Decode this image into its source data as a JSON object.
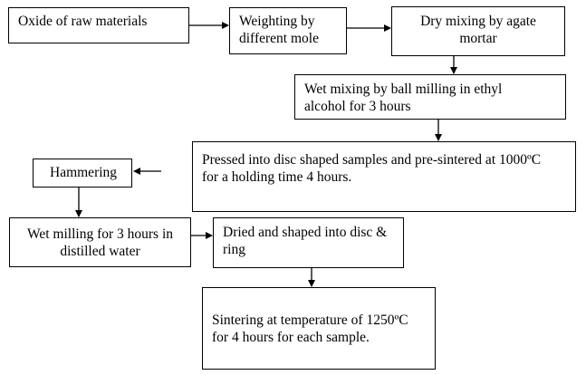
{
  "flowchart": {
    "raw_materials": "Oxide of raw materials",
    "weighting": [
      "Weighting by",
      "different mole"
    ],
    "dry_mixing": [
      "Dry mixing by agate",
      "mortar"
    ],
    "wet_mixing_ball": [
      "Wet mixing by ball milling in ethyl",
      "alcohol for 3 hours"
    ],
    "pressed": [
      "Pressed into disc shaped samples and pre-sintered at 1000ºC",
      "for a holding time 4 hours."
    ],
    "hammering": "Hammering",
    "wet_milling": [
      "Wet milling for 3 hours in",
      "distilled water"
    ],
    "dried": [
      "Dried and shaped into disc &",
      "ring"
    ],
    "sintering": [
      "Sintering at temperature of 1250ºC",
      "for 4 hours for each sample."
    ]
  },
  "colors": {
    "stroke": "#000000",
    "background": "#ffffff"
  }
}
